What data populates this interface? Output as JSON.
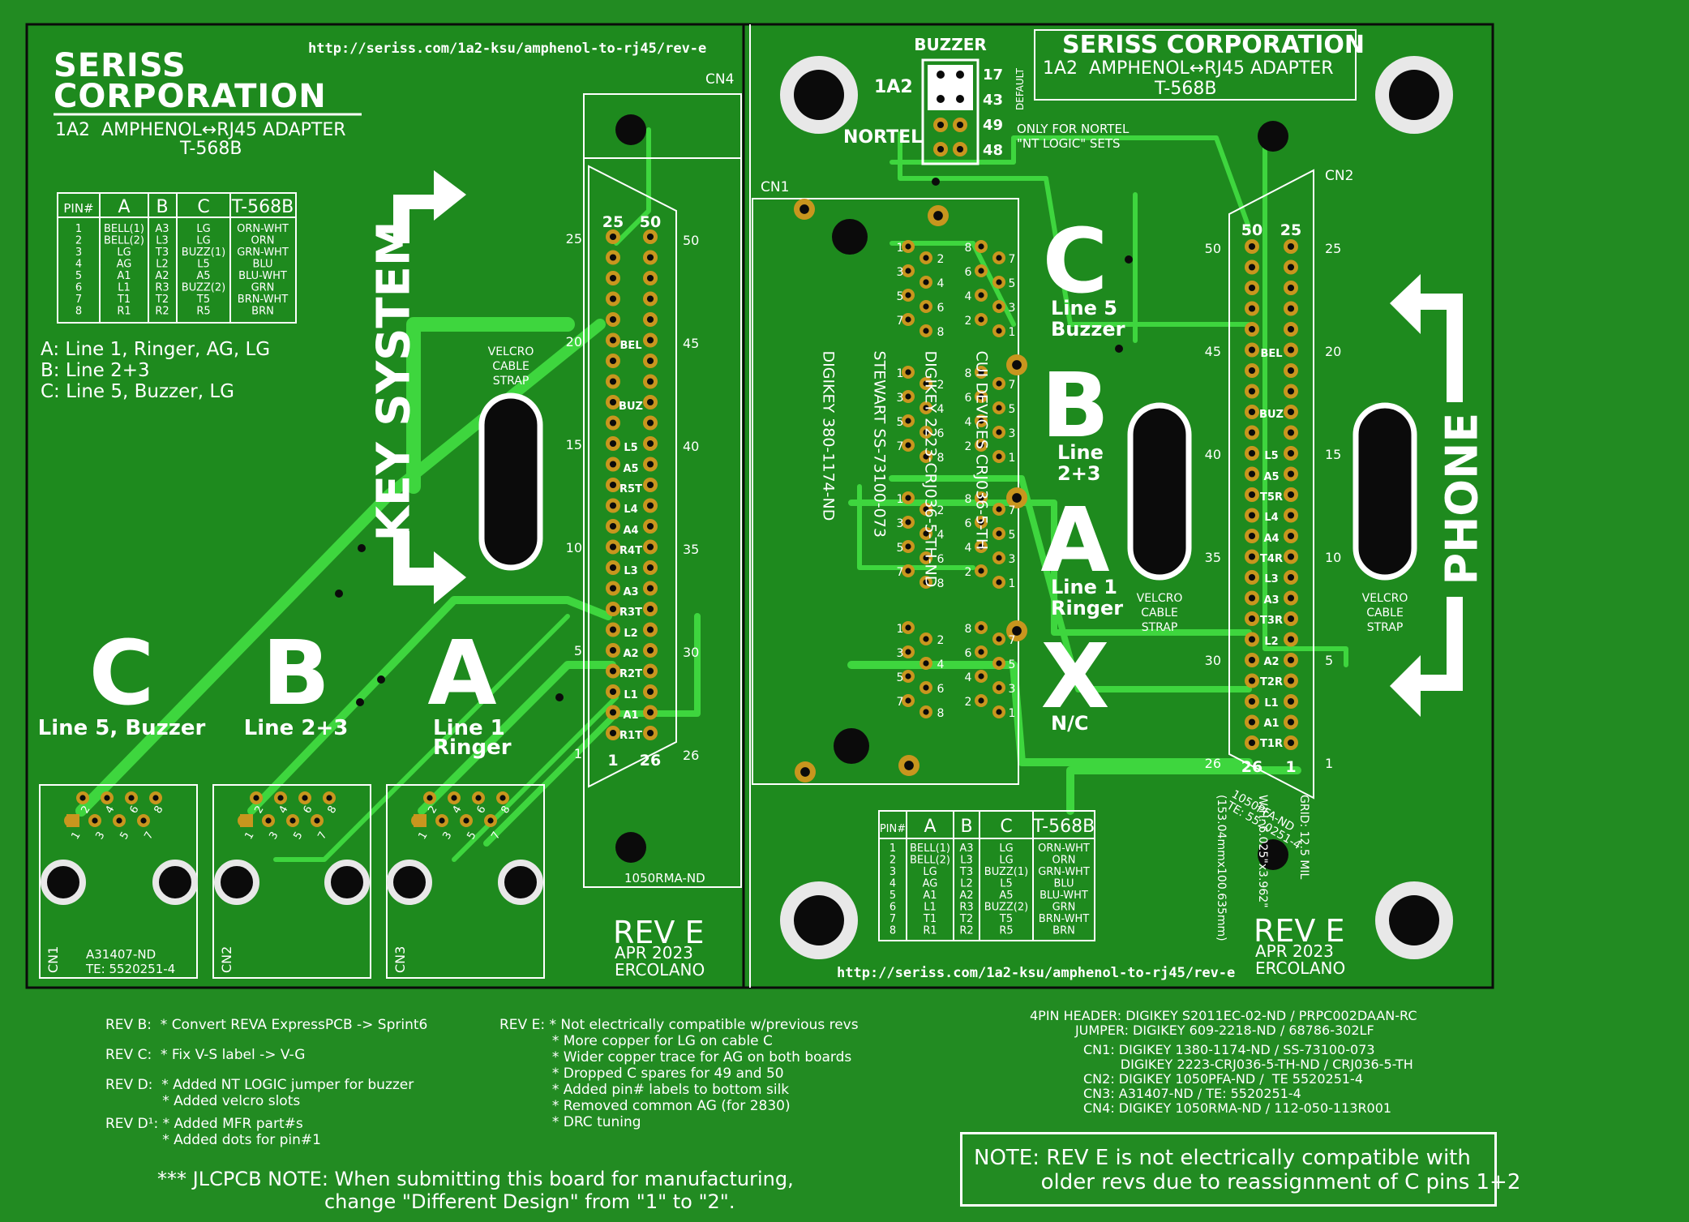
{
  "header": {
    "company": [
      "SERISS",
      "CORPORATION"
    ],
    "company_right": "SERISS CORPORATION",
    "product": "1A2  AMPHENOL↔RJ45 ADAPTER",
    "product_right": "1A2  AMPHENOL↔RJ45 ADAPTER",
    "standard": "T-568B",
    "url": "http://seriss.com/1a2-ksu/amphenol-to-rj45/rev-e"
  },
  "pin_table": {
    "headers": [
      "PIN#",
      "A",
      "B",
      "C",
      "T-568B"
    ],
    "rows": [
      [
        "1",
        "BELL(1)",
        "A3",
        "LG",
        "ORN-WHT"
      ],
      [
        "2",
        "BELL(2)",
        "L3",
        "LG",
        "ORN"
      ],
      [
        "3",
        "LG",
        "T3",
        "BUZZ(1)",
        "GRN-WHT"
      ],
      [
        "4",
        "AG",
        "L2",
        "L5",
        "BLU"
      ],
      [
        "5",
        "A1",
        "A2",
        "A5",
        "BLU-WHT"
      ],
      [
        "6",
        "L1",
        "R3",
        "BUZZ(2)",
        "GRN"
      ],
      [
        "7",
        "T1",
        "T2",
        "T5",
        "BRN-WHT"
      ],
      [
        "8",
        "R1",
        "R2",
        "R5",
        "BRN"
      ]
    ]
  },
  "legend_lines": [
    "A: Line 1, Ringer, AG, LG",
    "B: Line 2+3",
    "C: Line 5, Buzzer, LG"
  ],
  "left_board": {
    "key_system": "KEY SYSTEM",
    "velcro": [
      "VELCRO",
      "CABLE",
      "STRAP"
    ],
    "cn4": "CN4",
    "cn4_part": "1050RMA-ND",
    "big_letters": [
      {
        "letter": "C",
        "sub": [
          "Line 5, Buzzer"
        ]
      },
      {
        "letter": "B",
        "sub": [
          "Line 2+3"
        ]
      },
      {
        "letter": "A",
        "sub": [
          "Line 1",
          "Ringer"
        ]
      }
    ],
    "jacks": [
      "CN1",
      "CN2",
      "CN3"
    ],
    "cn1_parts": [
      "A31407-ND",
      "TE: 5520251-4"
    ],
    "rev": [
      "REV E",
      "APR 2023",
      "ERCOLANO"
    ],
    "connector_numbers_left": [
      "25",
      "20",
      "15",
      "10",
      "5",
      "1"
    ],
    "connector_numbers_right": [
      "50",
      "45",
      "40",
      "35",
      "30",
      "26"
    ],
    "connector_top": [
      "25",
      "50"
    ],
    "connector_bottom": [
      "1",
      "26"
    ],
    "pin_labels": [
      "BEL",
      "BUZ",
      "L5",
      "A5",
      "R5T",
      "L4",
      "A4",
      "R4T",
      "L3",
      "A3",
      "R3T",
      "L2",
      "A2",
      "R2T",
      "L1",
      "A1",
      "R1T"
    ]
  },
  "right_board": {
    "buzzer": "BUZZER",
    "jumper_labels": [
      "1A2",
      "NORTEL"
    ],
    "jumper_pins": [
      "17",
      "43",
      "49",
      "48"
    ],
    "default_label": "DEFAULT",
    "nortel_note": [
      "ONLY FOR NORTEL",
      "\"NT LOGIC\" SETS"
    ],
    "cn1": "CN1",
    "cn2": "CN2",
    "cn1_parts": [
      "CUI DEVICES CRJ036-5-TH",
      "DIGIKEY 2223-CRJ036-5-TH-ND",
      "STEWART SS-73100-073",
      "DIGIKEY 380-1174-ND"
    ],
    "letters": [
      {
        "letter": "C",
        "sub": [
          "Line 5",
          "Buzzer"
        ]
      },
      {
        "letter": "B",
        "sub": [
          "Line",
          "2+3"
        ]
      },
      {
        "letter": "A",
        "sub": [
          "Line 1",
          "Ringer"
        ]
      },
      {
        "letter": "X",
        "sub": [
          "N/C"
        ]
      }
    ],
    "phone": "PHONE",
    "cn2_part": [
      "1050PFA-ND",
      "TE: 5520251-4"
    ],
    "grid_note": [
      "GRID: 12.5 MIL",
      "W/H: 6.025\"x3.962\"",
      "(153.04mmx100.635mm)"
    ],
    "rev": [
      "REV E",
      "APR 2023",
      "ERCOLANO"
    ],
    "connector_numbers_left": [
      "50",
      "45",
      "40",
      "35",
      "30",
      "26"
    ],
    "connector_numbers_right": [
      "25",
      "20",
      "15",
      "10",
      "5",
      "1"
    ],
    "connector_top": [
      "50",
      "25"
    ],
    "connector_bottom": [
      "26",
      "1"
    ],
    "pin_labels": [
      "BEL",
      "BUZ",
      "L5",
      "A5",
      "T5R",
      "L4",
      "A4",
      "T4R",
      "L3",
      "A3",
      "T3R",
      "L2",
      "A2",
      "T2R",
      "L1",
      "A1",
      "T1R"
    ]
  },
  "revision_notes": {
    "rev_b": "REV B:  * Convert REVA ExpressPCB -> Sprint6",
    "rev_c": "REV C:  * Fix V-S label -> V-G",
    "rev_d": "REV D:  * Added NT LOGIC jumper for buzzer\n             * Added velcro slots",
    "rev_d1": "REV D¹: * Added MFR part#s\n             * Added dots for pin#1",
    "rev_e": "REV E: * Not electrically compatible w/previous revs\n            * More copper for LG on cable C\n            * Wider copper trace for AG on both boards\n            * Dropped C spares for 49 and 50\n            * Added pin# labels to bottom silk\n            * Removed common AG (for 2830)\n            * DRC tuning",
    "jlcpcb": "*** JLCPCB NOTE: When submitting this board for manufacturing,\n                           change \"Different Design\" from \"1\" to \"2\".",
    "parts_header": "4PIN HEADER: DIGIKEY S2011EC-02-ND / PRPC002DAAN-RC\n           JUMPER: DIGIKEY 609-2218-ND / 68786-302LF",
    "parts_cn": "CN1: DIGIKEY 1380-1174-ND / SS-73100-073\n         DIGIKEY 2223-CRJ036-5-TH-ND / CRJ036-5-TH\nCN2: DIGIKEY 1050PFA-ND /  TE 5520251-4\nCN3: A31407-ND / TE: 5520251-4\nCN4: DIGIKEY 1050RMA-ND / 112-050-113R001",
    "note_box": "NOTE: REV E is not electrically compatible with\n          older revs due to reassignment of C pins 1+2"
  },
  "colors": {
    "background": "#228b22",
    "board": "#1e8a1e",
    "trace": "#3ed63e",
    "pad": "#c8961e",
    "silk": "#ffffff"
  }
}
